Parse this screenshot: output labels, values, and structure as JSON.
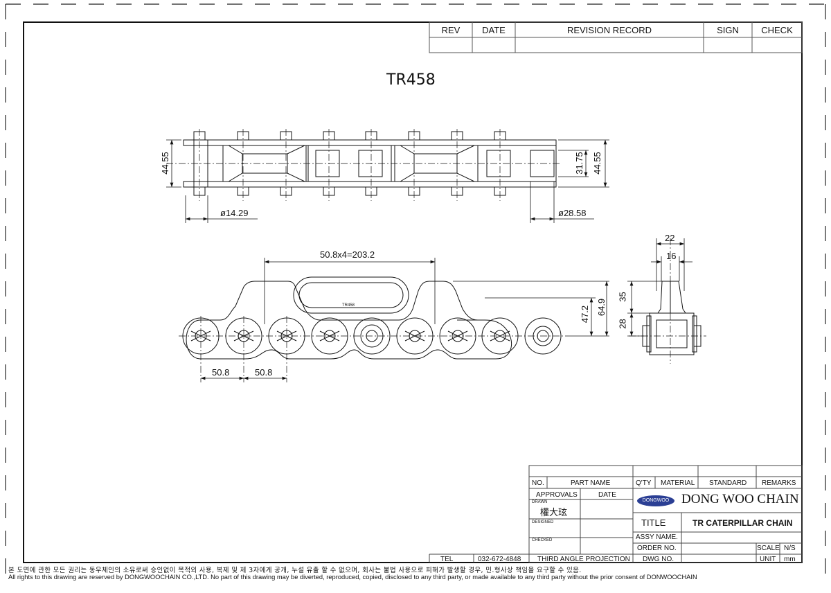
{
  "drawing": {
    "title": "TR458",
    "part_mark": "TR458"
  },
  "revision_table": {
    "headers": [
      "REV",
      "DATE",
      "REVISION RECORD",
      "SIGN",
      "CHECK"
    ]
  },
  "dimensions": {
    "height_left": "44.55",
    "inner_width": "31.75",
    "height_right": "44.55",
    "pin_dia": "ø14.29",
    "roller_dia": "ø28.58",
    "pitch_total": "50.8x4=203.2",
    "plate_height_inner": "47.2",
    "plate_height_outer": "64.9",
    "pitch_a": "50.8",
    "pitch_b": "50.8",
    "side_width_outer": "22",
    "side_width_inner": "16",
    "side_height_upper": "35",
    "side_height_lower": "28"
  },
  "title_block": {
    "col_no": "NO.",
    "col_part_name": "PART NAME",
    "col_qty": "Q'TY",
    "col_material": "MATERIAL",
    "col_standard": "STANDARD",
    "col_remarks": "REMARKS",
    "approvals": "APPROVALS",
    "date": "DATE",
    "drawn_label": "DRAWN",
    "drawn_name": "權大玹",
    "designed_label": "DESIGNED",
    "checked_label": "CHECKED",
    "logo_text": "DONGWOO",
    "company": "DONG WOO CHAIN",
    "title_label": "TITLE",
    "title_value": "TR CATERPILLAR CHAIN",
    "assy_name": "ASSY NAME.",
    "order_no": "ORDER NO.",
    "scale_label": "SCALE",
    "scale_value": "N/S",
    "tel_label": "TEL",
    "tel_value": "032-672-4848",
    "projection": "THIRD ANGLE PROJECTION",
    "dwg_no": "DWG NO.",
    "unit_label": "UNIT",
    "unit_value": "mm"
  },
  "footer": {
    "korean": "본 도면에 관한 모든 권리는 동우체인의 소유로써 승인없이 목적외 사용, 복제 및 제 3자에게 공개, 누설 유출 할 수 없으며, 회사는 불법 사용으로 피해가 발생할 경우, 민.형사상 책임을 요구할 수 있음.",
    "english": "All rights to this drawing are reserved by DONGWOOCHAIN CO.,LTD. No part of this drawing may be diverted, reproduced, copied, disclosed to any third party, or made available to any third party without the prior consent of DONWOOCHAIN"
  }
}
